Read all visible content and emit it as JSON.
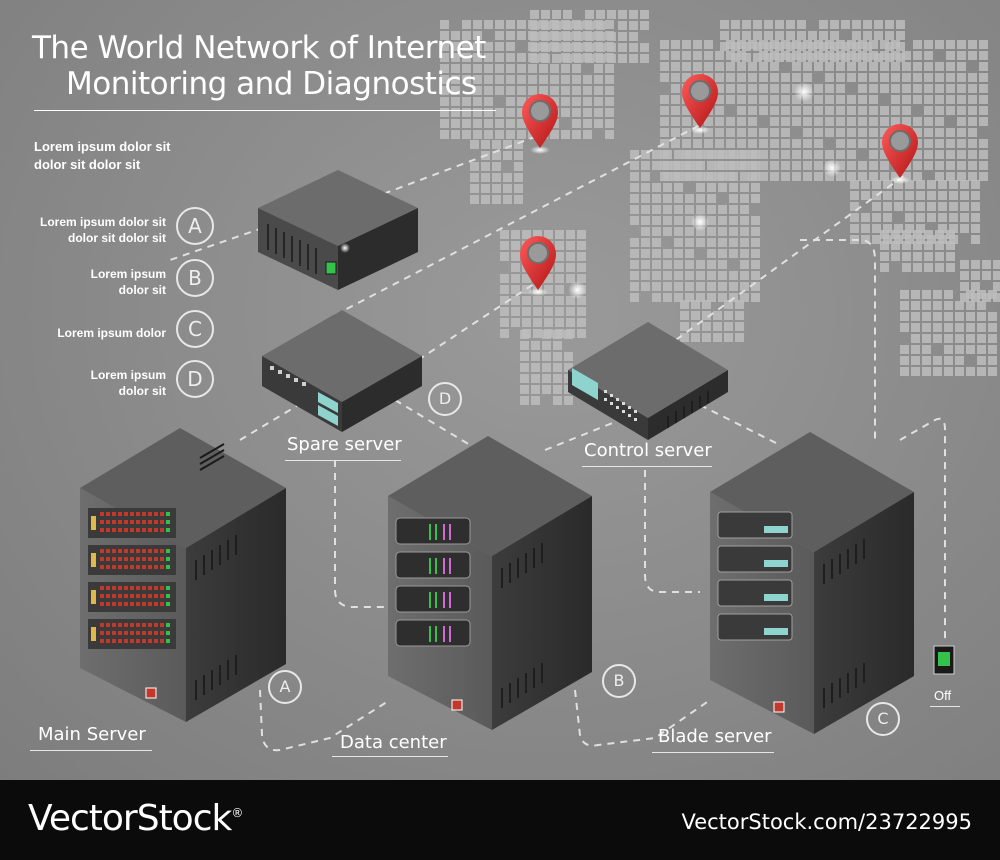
{
  "title": {
    "line1": "The World Network of Internet",
    "line2": "Monitoring and Diagnostics"
  },
  "intro": {
    "line1": "Lorem ipsum dolor sit",
    "line2": "dolor sit  dolor sit"
  },
  "legend": [
    {
      "letter": "A",
      "line1": "Lorem ipsum dolor sit",
      "line2": "dolor sit  dolor sit"
    },
    {
      "letter": "B",
      "line1": "Lorem ipsum",
      "line2": "dolor sit"
    },
    {
      "letter": "C",
      "line1": "Lorem ipsum dolor",
      "line2": ""
    },
    {
      "letter": "D",
      "line1": "Lorem ipsum",
      "line2": "dolor sit"
    }
  ],
  "servers": {
    "main": "Main Server",
    "data_center": "Data center",
    "blade": "Blade server",
    "spare": "Spare server",
    "control": "Control server"
  },
  "markers": {
    "a": "A",
    "b": "B",
    "c": "C",
    "d": "D"
  },
  "switch_label": "Off",
  "footer": {
    "brand": "VectorStock",
    "brand_reg": "®",
    "id": "VectorStock.com/23722995"
  },
  "colors": {
    "background": "#8c8c8c",
    "pin": "#d42323",
    "led_red": "#c0392b",
    "led_green": "#35c24a",
    "screen": "#8fd3cf",
    "footer": "#0b0b0b"
  }
}
